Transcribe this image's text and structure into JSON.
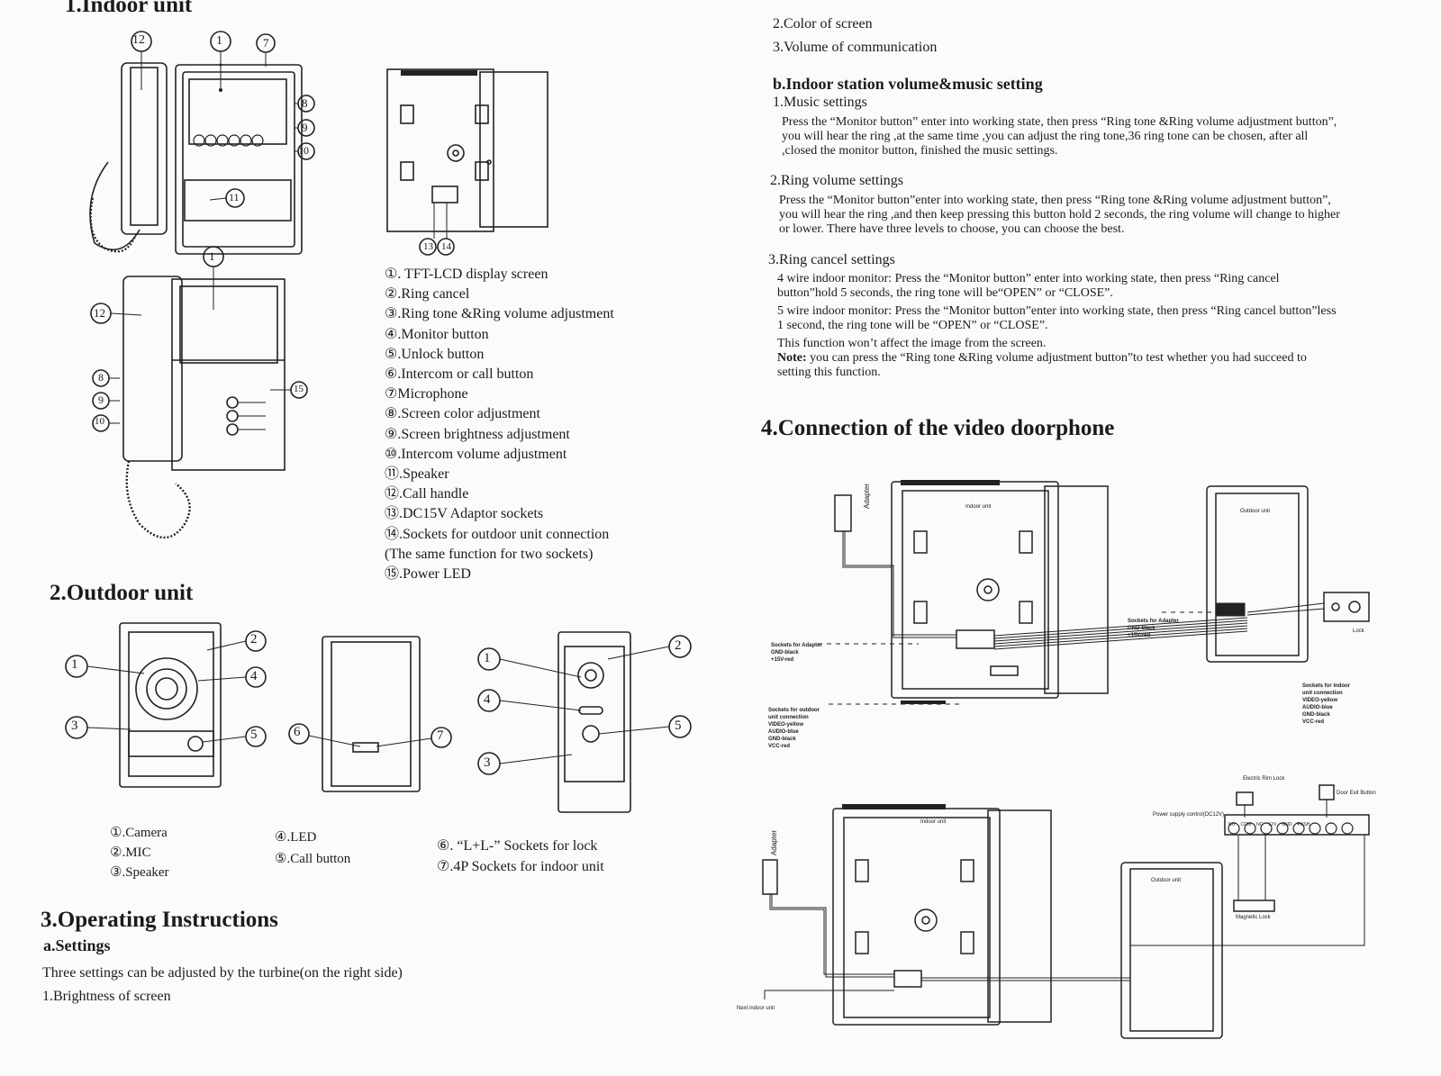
{
  "left": {
    "indoor_heading": "1.Indoor unit",
    "callouts": {
      "n1": "1",
      "n2": "2",
      "n3": "3",
      "n4": "4",
      "n5": "5",
      "n6": "6",
      "n7": "7",
      "n8": "8",
      "n9": "9",
      "n10": "10",
      "n11": "11",
      "n12": "12",
      "n13": "13",
      "n14": "14",
      "n15": "15"
    },
    "indoor_legend": [
      "①. TFT-LCD display screen",
      "②.Ring cancel",
      "③.Ring tone &Ring volume adjustment",
      "④.Monitor button",
      "⑤.Unlock button",
      "⑥.Intercom or call button",
      "⑦Microphone",
      "⑧.Screen color adjustment",
      "⑨.Screen brightness adjustment",
      "⑩.Intercom volume adjustment",
      "⑪.Speaker",
      "⑫.Call handle",
      "⑬.DC15V Adaptor sockets",
      "⑭.Sockets for outdoor unit connection",
      "(The same function for two sockets)",
      "⑮.Power LED"
    ],
    "outdoor_heading": "2.Outdoor unit",
    "outdoor_legend_a": [
      "①.Camera",
      "②.MIC",
      "③.Speaker"
    ],
    "outdoor_legend_b": [
      "④.LED",
      "⑤.Call button"
    ],
    "outdoor_legend_c": [
      "⑥. “L+L-” Sockets for lock",
      "⑦.4P Sockets for indoor unit"
    ],
    "operating_heading": "3.Operating Instructions",
    "settings_heading": "a.Settings",
    "settings_text": "Three settings can be adjusted by the turbine(on the right side)",
    "settings_item1": "1.Brightness of screen"
  },
  "right": {
    "item2": "2.Color of screen",
    "item3": "3.Volume of communication",
    "volume_heading": "b.Indoor station volume&music setting",
    "music_title": "1.Music settings",
    "music_text": "Press the “Monitor button” enter into working state, then press “Ring tone &Ring volume adjustment button”, you will hear the ring ,at the same time ,you can adjust the ring tone,36 ring tone can be chosen, after all ,closed the monitor button, finished the music settings.",
    "ringvol_title": "2.Ring volume settings",
    "ringvol_text": "Press the “Monitor button”enter into working state, then press “Ring tone &Ring volume adjustment button”, you will hear the ring ,and then keep pressing this button hold 2 seconds, the ring volume will change to higher or lower. There have three levels to choose, you can choose the best.",
    "ringcancel_title": "3.Ring cancel  settings",
    "ringcancel_4wire": "4 wire indoor monitor: Press the “Monitor button” enter into working state, then press “Ring cancel button”hold 5 seconds, the ring tone will be“OPEN” or “CLOSE”.",
    "ringcancel_5wire": "5 wire indoor monitor: Press the “Monitor button”enter into working state, then press “Ring cancel button”less 1 second, the ring tone will be “OPEN” or “CLOSE”.",
    "ringcancel_note": "This function won’t affect the image from the screen.",
    "note_label": "Note:",
    "note_text": " you can press the “Ring tone &Ring volume adjustment button”to test whether you had succeed to setting this function.",
    "connection_heading": "4.Connection of the video doorphone",
    "diagram": {
      "adapter": "Adapter",
      "indoor_unit": "Indoor unit",
      "outdoor_unit": "Outdoor unit",
      "lock": "Lock",
      "sockets_adapter_left": [
        "Sockets for Adapter",
        "GND-black",
        "+15V-red"
      ],
      "sockets_outdoor_left": [
        "Sockets for outdoor",
        "unit connection",
        "VIDEO-yellow",
        "AUDIO-blue",
        "GND-black",
        "VCC-red"
      ],
      "sockets_adapter_right": [
        "Sockets for Adapter",
        "GND-black",
        "+15V-red"
      ],
      "sockets_indoor_right": [
        "Sockets for indoor",
        "unit connection",
        "VIDEO-yellow",
        "AUDIO-blue",
        "GND-black",
        "VCC-red"
      ],
      "electric_rim_lock": "Electric Rim Lock",
      "door_exit_button": "Door Exit Button",
      "power_supply": "Power supply control(DC12V)",
      "terminals": [
        "NO",
        "COM",
        "NC",
        "12V",
        "GND",
        "PUSH",
        "",
        ""
      ],
      "magnetic_lock": "Magnetic Lock",
      "next_indoor_unit": "Next indoor unit"
    }
  }
}
